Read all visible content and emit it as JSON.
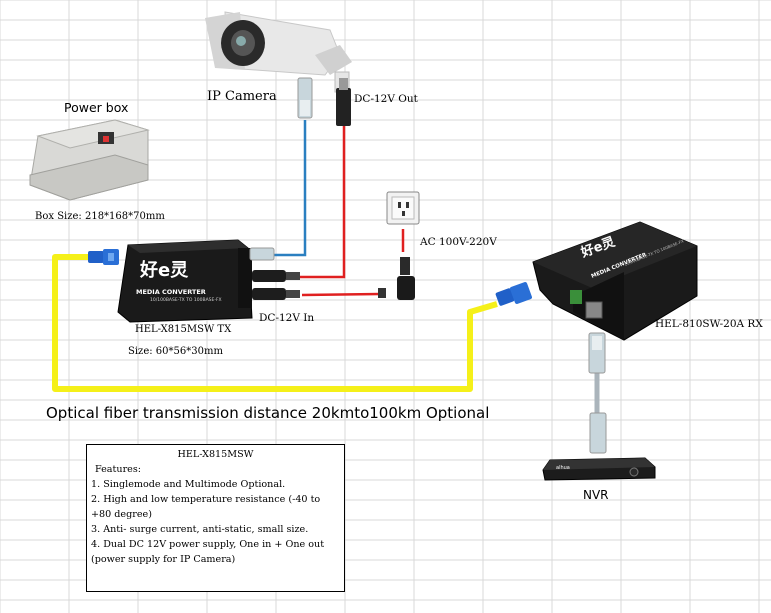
{
  "labels": {
    "ip_camera": "IP Camera",
    "dc_out": "DC-12V Out",
    "power_box": "Power box",
    "box_size": "Box Size: 218*168*70mm",
    "ac_power": "AC 100V-220V",
    "tx_model": "HEL-X815MSW  TX",
    "dc_in": "DC-12V In",
    "tx_size": "Size: 60*56*30mm",
    "rx_model": "HEL-810SW-20A  RX",
    "nvr": "NVR",
    "fiber_caption": "Optical fiber transmission distance 20kmto100km Optional"
  },
  "device_text": {
    "tx_brand": "好e灵",
    "tx_name": "MEDIA CONVERTER",
    "tx_spec": "10/100BASE-TX TO 100BASE-FX",
    "rx_brand": "好e灵",
    "rx_name": "MEDIA CONVERTER",
    "rx_spec": "10/100BASE-TX TO 100BASE-FX",
    "nvr_brand": "alhua"
  },
  "features": {
    "title": "HEL-X815MSW",
    "heading": "Features:",
    "items": [
      "1. Singlemode and Multimode Optional.",
      "2. High and low temperature resistance (-40 to +80 degree)",
      "3. Anti- surge current, anti-static, small size.",
      "4. Dual DC 12V power supply, One in + One out (power supply for IP Camera)"
    ]
  },
  "colors": {
    "fiber": "#f5f019",
    "ethernet": "#2a7fc0",
    "power": "#e02020",
    "device": "#1a1a1a",
    "sc_connector": "#2060c8",
    "grid": "#d9d9d9"
  }
}
